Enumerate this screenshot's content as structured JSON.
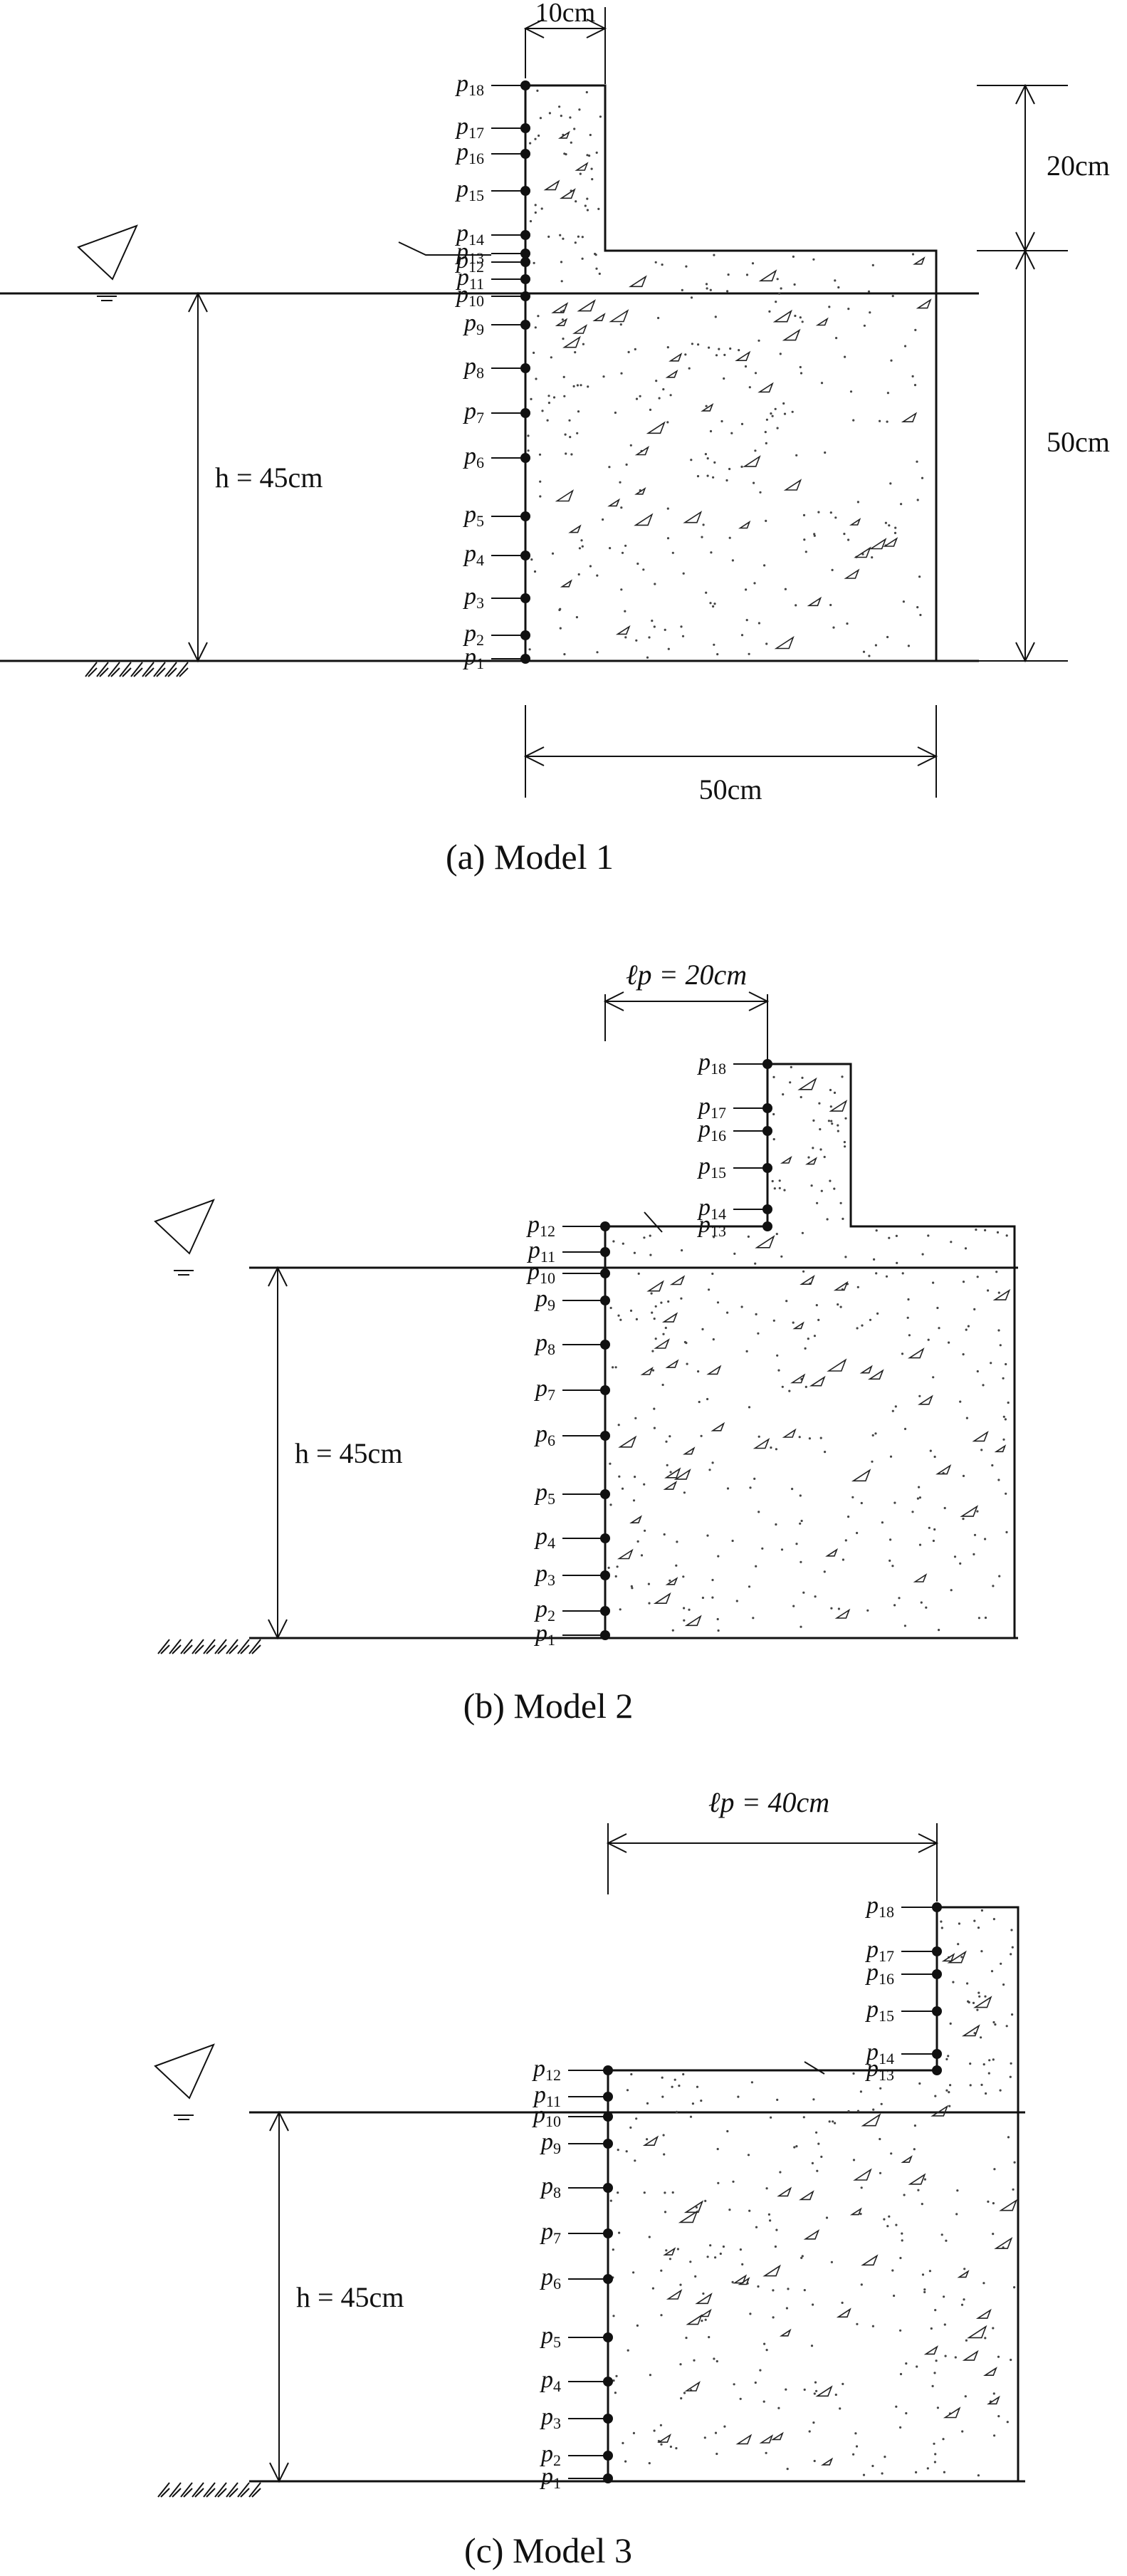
{
  "models": [
    {
      "id": "m1",
      "caption": "(a) Model 1",
      "h_label": "h = 45cm",
      "dims": {
        "top": "10cm",
        "bottom": "50cm",
        "right_upper": "20cm",
        "right_lower": "50cm"
      }
    },
    {
      "id": "m2",
      "caption": "(b) Model 2",
      "h_label": "h = 45cm",
      "dims": {
        "top": "ℓp = 20cm"
      }
    },
    {
      "id": "m3",
      "caption": "(c) Model 3",
      "h_label": "h = 45cm",
      "dims": {
        "top": "ℓp = 40cm"
      }
    }
  ],
  "points": [
    "p1",
    "p2",
    "p3",
    "p4",
    "p5",
    "p6",
    "p7",
    "p8",
    "p9",
    "p10",
    "p11",
    "p12",
    "p13",
    "p14",
    "p15",
    "p16",
    "p17",
    "p18"
  ]
}
